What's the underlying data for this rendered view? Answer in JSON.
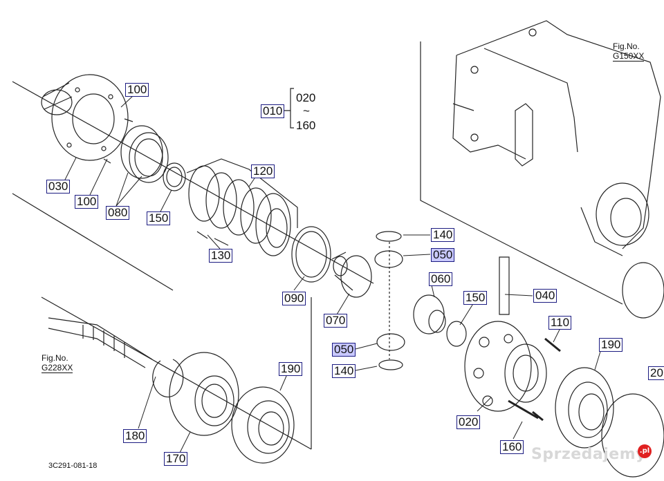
{
  "labels": {
    "l100a": "100",
    "l030": "030",
    "l100b": "100",
    "l080": "080",
    "l150a": "150",
    "l120": "120",
    "l130": "130",
    "l010": "010",
    "l140a": "140",
    "l050a": "050",
    "l060": "060",
    "l090": "090",
    "l070": "070",
    "l150b": "150",
    "l040": "040",
    "l110": "110",
    "l050b": "050",
    "l140b": "140",
    "l190a": "190",
    "l190b": "190",
    "l180": "180",
    "l170": "170",
    "l020": "020",
    "l160": "160",
    "l200": "20"
  },
  "range": {
    "from": "020",
    "tilde": "~",
    "to": "160"
  },
  "fig_refs": {
    "right_title": "Fig.No.",
    "right_num": "G150XX",
    "left_title": "Fig.No.",
    "left_num": "G228XX"
  },
  "diagram_code": "3C291-081-18",
  "watermark": {
    "text": "Sprzedajemy",
    "badge": ".pl"
  },
  "colors": {
    "line": "#222222",
    "label_border": "#1a1a80",
    "highlight": "#c9c9ff"
  }
}
